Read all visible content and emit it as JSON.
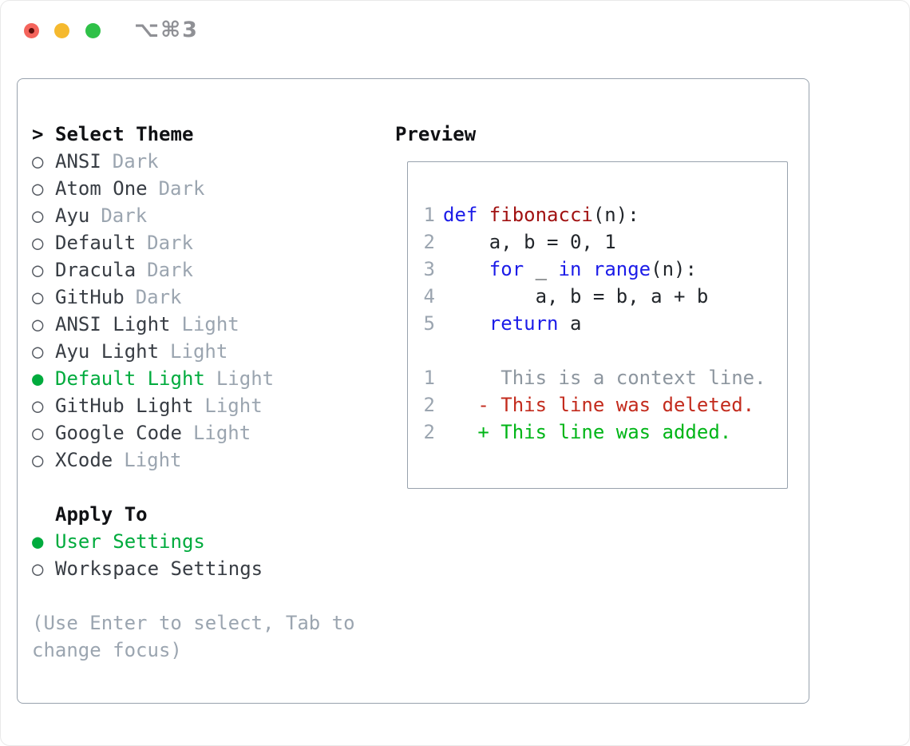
{
  "window": {
    "shortcut_label": "⌥⌘3",
    "controls": [
      "close-button",
      "minimize-button",
      "zoom-button"
    ]
  },
  "theme_picker": {
    "prompt": ">",
    "title": "Select Theme",
    "items": [
      {
        "marker": "○",
        "label": "ANSI",
        "variant": "Dark",
        "selected": false
      },
      {
        "marker": "○",
        "label": "Atom One",
        "variant": "Dark",
        "selected": false
      },
      {
        "marker": "○",
        "label": "Ayu",
        "variant": "Dark",
        "selected": false
      },
      {
        "marker": "○",
        "label": "Default",
        "variant": "Dark",
        "selected": false
      },
      {
        "marker": "○",
        "label": "Dracula",
        "variant": "Dark",
        "selected": false
      },
      {
        "marker": "○",
        "label": "GitHub",
        "variant": "Dark",
        "selected": false
      },
      {
        "marker": "○",
        "label": "ANSI Light",
        "variant": "Light",
        "selected": false
      },
      {
        "marker": "○",
        "label": "Ayu Light",
        "variant": "Light",
        "selected": false
      },
      {
        "marker": "●",
        "label": "Default Light",
        "variant": "Light",
        "selected": true
      },
      {
        "marker": "○",
        "label": "GitHub Light",
        "variant": "Light",
        "selected": false
      },
      {
        "marker": "○",
        "label": "Google Code",
        "variant": "Light",
        "selected": false
      },
      {
        "marker": "○",
        "label": "XCode",
        "variant": "Light",
        "selected": false
      }
    ]
  },
  "apply_to": {
    "title": "Apply To",
    "items": [
      {
        "marker": "●",
        "label": "User Settings",
        "selected": true
      },
      {
        "marker": "○",
        "label": "Workspace Settings",
        "selected": false
      }
    ]
  },
  "hint": {
    "lines": [
      "(Use Enter to select, Tab to",
      "change focus)"
    ]
  },
  "preview": {
    "title": "Preview",
    "code": [
      {
        "num": "1",
        "tokens": [
          {
            "t": "def ",
            "c": "kw"
          },
          {
            "t": "fibonacci",
            "c": "fn"
          },
          {
            "t": "(n):",
            "c": "pl"
          }
        ]
      },
      {
        "num": "2",
        "tokens": [
          {
            "t": "    a, b = 0, 1",
            "c": "pl"
          }
        ]
      },
      {
        "num": "3",
        "tokens": [
          {
            "t": "    ",
            "c": "pl"
          },
          {
            "t": "for",
            "c": "kw"
          },
          {
            "t": " _ ",
            "c": "pl"
          },
          {
            "t": "in",
            "c": "kw"
          },
          {
            "t": " ",
            "c": "pl"
          },
          {
            "t": "range",
            "c": "kw"
          },
          {
            "t": "(n):",
            "c": "pl"
          }
        ]
      },
      {
        "num": "4",
        "tokens": [
          {
            "t": "        a, b = b, a + b",
            "c": "pl"
          }
        ]
      },
      {
        "num": "5",
        "tokens": [
          {
            "t": "    ",
            "c": "pl"
          },
          {
            "t": "return",
            "c": "kw"
          },
          {
            "t": " a",
            "c": "pl"
          }
        ]
      }
    ],
    "diff": [
      {
        "num": "1",
        "type": "context",
        "text": "     This is a context line."
      },
      {
        "num": "2",
        "type": "deleted",
        "text": "   - This line was deleted."
      },
      {
        "num": "2",
        "type": "added",
        "text": "   + This line was added."
      }
    ]
  },
  "colors": {
    "panel_border": "#98a2ad",
    "heading": "#101114",
    "item_text": "#383d44",
    "marker": "#51565e",
    "muted": "#9ba5b0",
    "selection_green": "#00ab3d",
    "added_green": "#00b517",
    "deleted_red": "#c32b1d",
    "keyword_blue": "#1c1ce8",
    "function_red": "#a11212",
    "code_text": "#22262b",
    "context_gray": "#8d969f",
    "linenum_gray": "#9ba5b0",
    "shortcut_gray": "#8f9095",
    "traffic_red": "#f4645c",
    "traffic_yellow": "#f5b92e",
    "traffic_green": "#2fc148",
    "traffic_red_dot": "#5c0e0b"
  }
}
